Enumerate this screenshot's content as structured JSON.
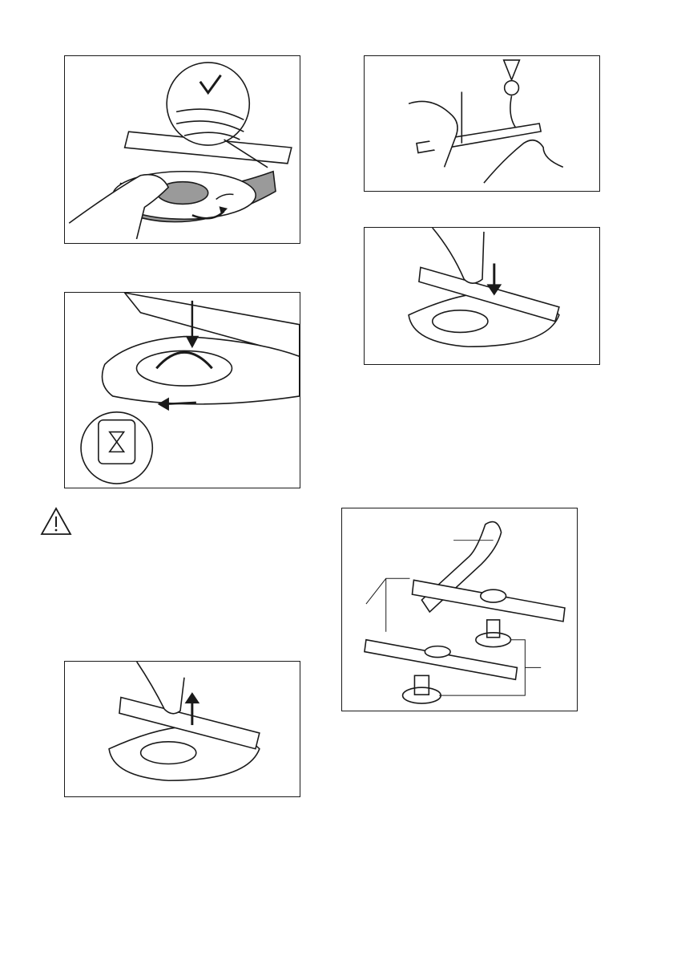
{
  "figures": [
    {
      "id": "filter-rotate",
      "icons": [
        "hand-icon",
        "checkmark-icon",
        "rotate-arrow-icon",
        "magnifier-callout-icon"
      ]
    },
    {
      "id": "filter-insert",
      "icons": [
        "down-arrow-icon",
        "left-arrow-icon",
        "hourglass-icon"
      ]
    },
    {
      "id": "arm-remove",
      "icons": [
        "hand-icon",
        "up-arrow-icon"
      ]
    },
    {
      "id": "arm-clean",
      "icons": [
        "faucet-icon",
        "toothpick-icon",
        "hand-icon"
      ]
    },
    {
      "id": "arm-install",
      "icons": [
        "hand-icon",
        "down-arrow-icon"
      ]
    },
    {
      "id": "arm-parts",
      "icons": [
        "spray-arm-icon",
        "hub-icon",
        "pipe-icon"
      ]
    }
  ],
  "warning": {
    "icon": "warning-triangle-icon"
  },
  "colors": {
    "line": "#1a1a1a",
    "shade": "#9a9a9a",
    "paper": "#ffffff"
  }
}
